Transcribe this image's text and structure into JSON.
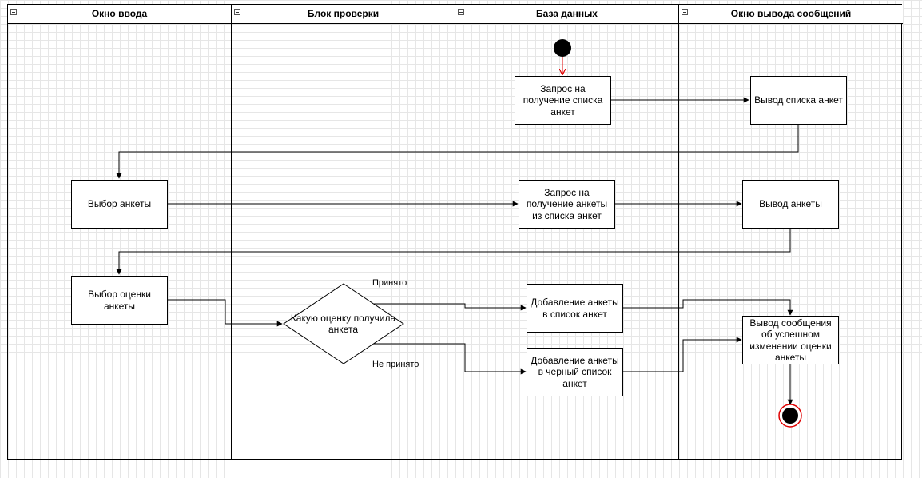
{
  "lanes": [
    {
      "title": "Окно ввода"
    },
    {
      "title": "Блок проверки"
    },
    {
      "title": "База данных"
    },
    {
      "title": "Окно вывода сообщений"
    }
  ],
  "nodes": {
    "request_list": "Запрос на получение списка анкет",
    "show_list": "Вывод списка анкет",
    "select_form": "Выбор анкеты",
    "request_form": "Запрос на получение анкеты из списка анкет",
    "show_form": "Вывод анкеты",
    "select_rating": "Выбор оценки анкеты",
    "decision": "Какую оценку получила анкета",
    "add_to_list": "Добавление анкеты в список анкет",
    "add_to_blacklist": "Добавление анкеты в черный список анкет",
    "success_message": "Вывод сообщения об успешном изменении оценки анкеты"
  },
  "edge_labels": {
    "accepted": "Принято",
    "rejected": "Не принято"
  },
  "colors": {
    "start_arrow": "#e00000",
    "end_ring": "#e00000",
    "line": "#000000"
  }
}
